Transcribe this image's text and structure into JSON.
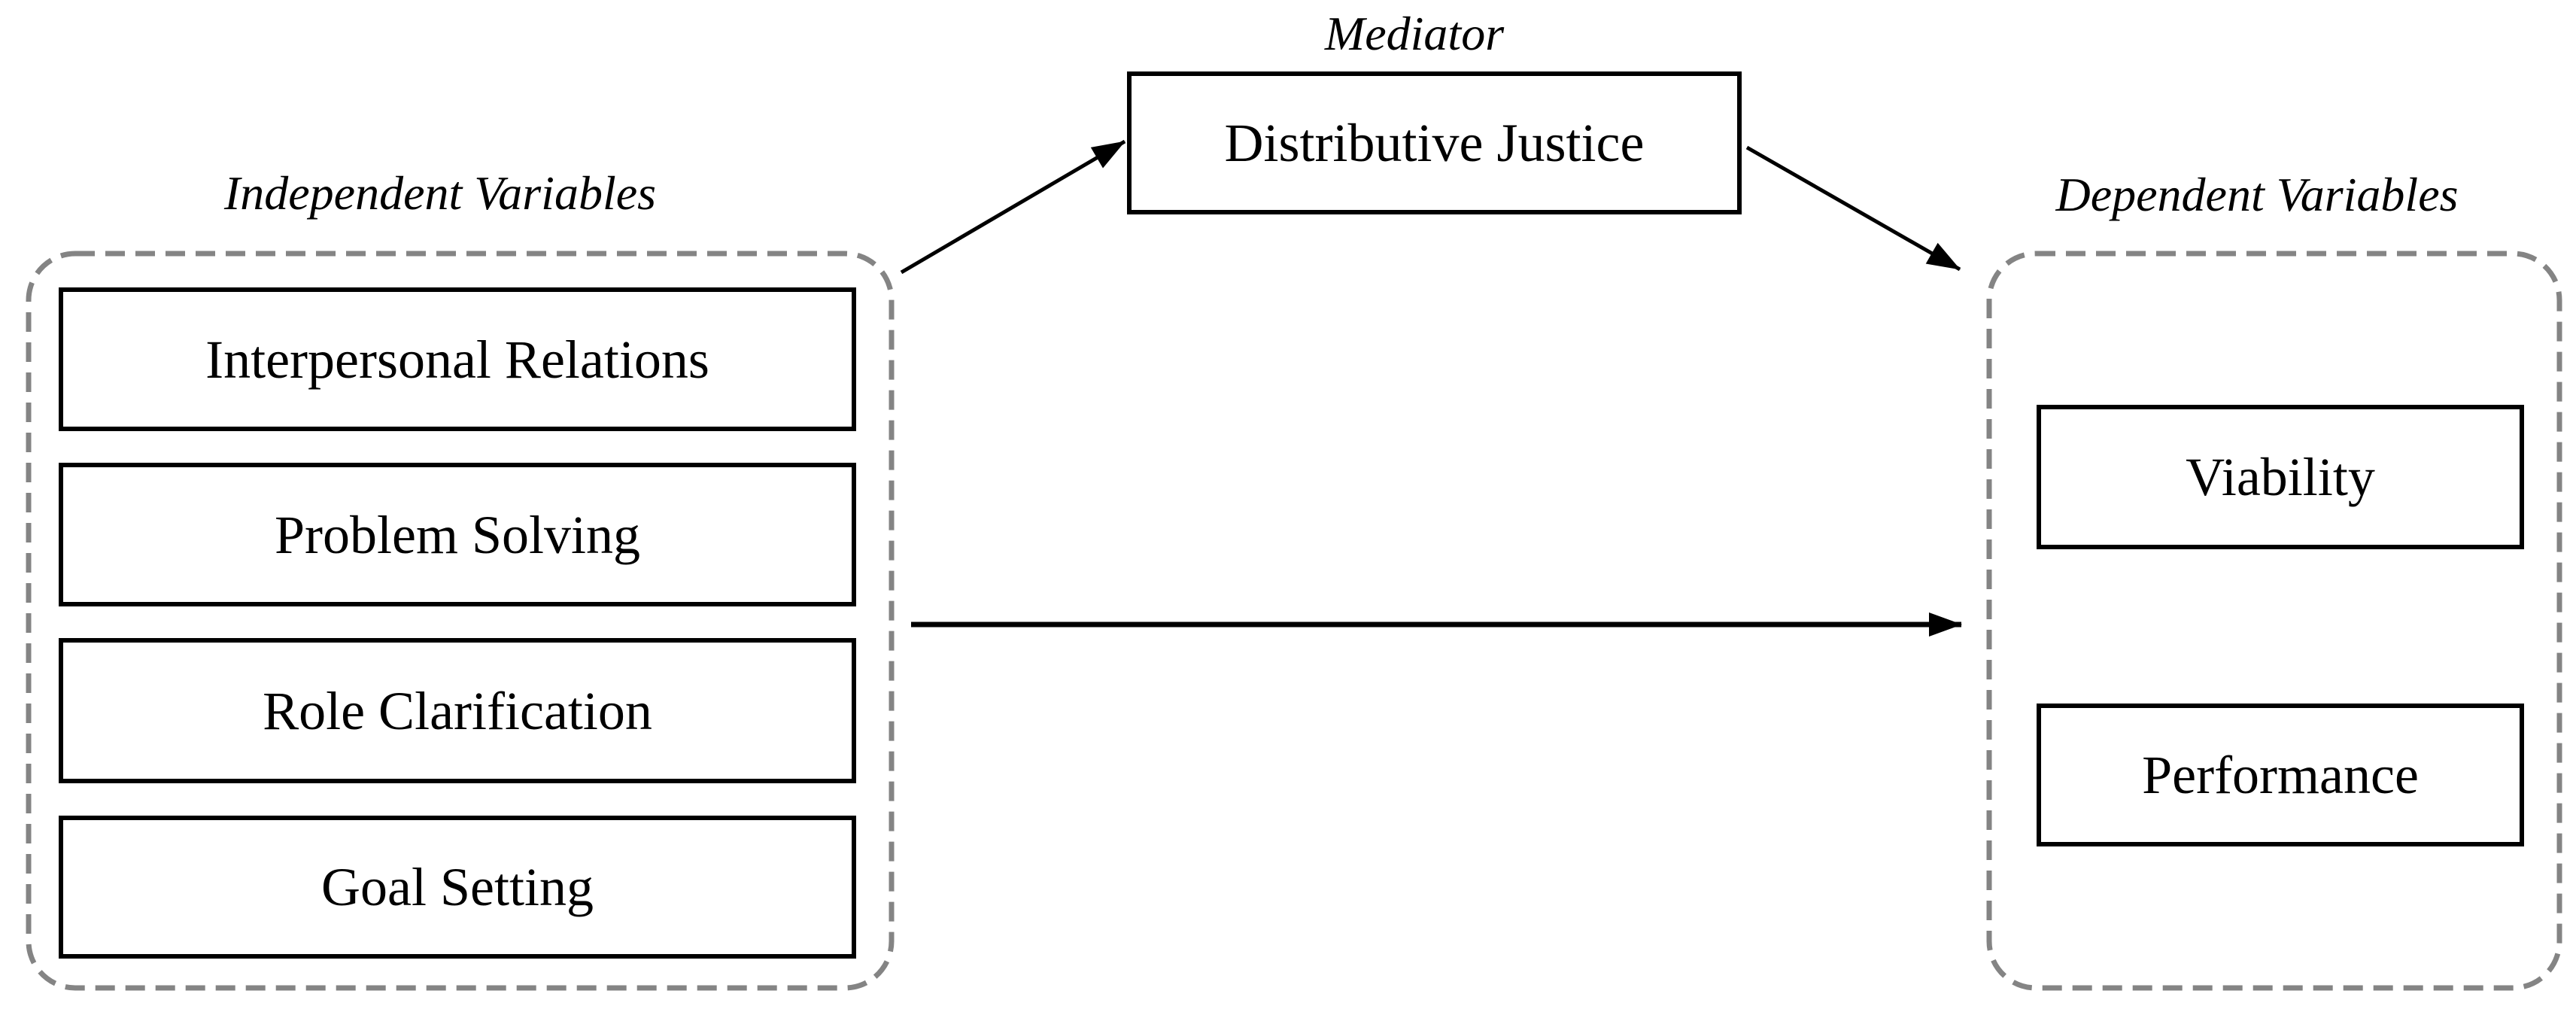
{
  "figure": {
    "type": "mediation-model-diagram"
  },
  "labels": {
    "independent": "Independent Variables",
    "mediator": "Mediator",
    "dependent": "Dependent Variables"
  },
  "mediator_box": {
    "label": "Distributive Justice"
  },
  "independent_group": {
    "boxes": [
      {
        "label": "Interpersonal Relations"
      },
      {
        "label": "Problem Solving"
      },
      {
        "label": "Role Clarification"
      },
      {
        "label": "Goal Setting"
      }
    ]
  },
  "dependent_group": {
    "boxes": [
      {
        "label": "Viability"
      },
      {
        "label": "Performance"
      }
    ]
  },
  "connections": [
    {
      "from": "Independent Variables",
      "to": "Distributive Justice",
      "type": "arrow"
    },
    {
      "from": "Distributive Justice",
      "to": "Dependent Variables",
      "type": "arrow"
    },
    {
      "from": "Independent Variables",
      "to": "Dependent Variables",
      "type": "arrow"
    }
  ],
  "colors": {
    "background": "#ffffff",
    "text": "#000000",
    "box_border": "#000000",
    "group_border": "#848484",
    "arrow": "#000000"
  }
}
